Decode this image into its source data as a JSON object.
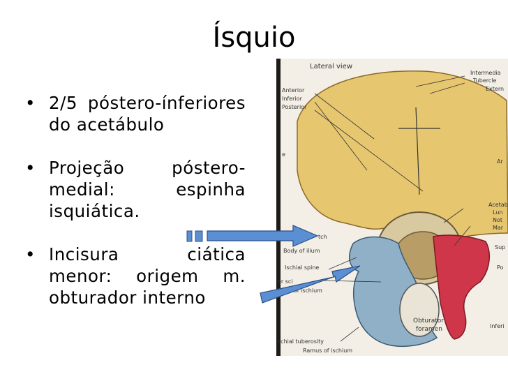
{
  "title": "Ísquio",
  "bullets": [
    "2/5 póstero-ínferiores do acetábulo",
    "Projeção póstero-medial: espinha isquiática.",
    "Incisura ciática menor: origem m. obturador interno"
  ],
  "bullet_char": "•",
  "figure": {
    "heading": "Lateral view",
    "labels": {
      "anterior": "Anterior",
      "inferior": "Inferior",
      "posterior": "Posterior",
      "intermedia": "Intermedia",
      "tubercle": "Tubercle",
      "extern": "Extern",
      "acetab": "Acetab",
      "lun": "Lun",
      "not": "Not",
      "mar": "Mar",
      "sup": "Sup",
      "po": "Po",
      "inferi": "Inferi",
      "tch": "tch",
      "body_ilium": "Body of ilium",
      "ischial_spine": "Ischial spine",
      "er_sci": "er sci",
      "body_ischium": "Body of ischium",
      "obturator": "Obturator",
      "foramen": "foramen",
      "ischial_tuberosity": "schial tuberosity",
      "ramus_ischium": "Ramus of ischium",
      "e": "e",
      "ar": "Ar"
    }
  },
  "colors": {
    "arrow_fill": "#5b8fd4",
    "arrow_stroke": "#2c4f86",
    "ilium": "#e7c670",
    "ischium": "#8fb0c6",
    "pubis": "#d0364a"
  }
}
